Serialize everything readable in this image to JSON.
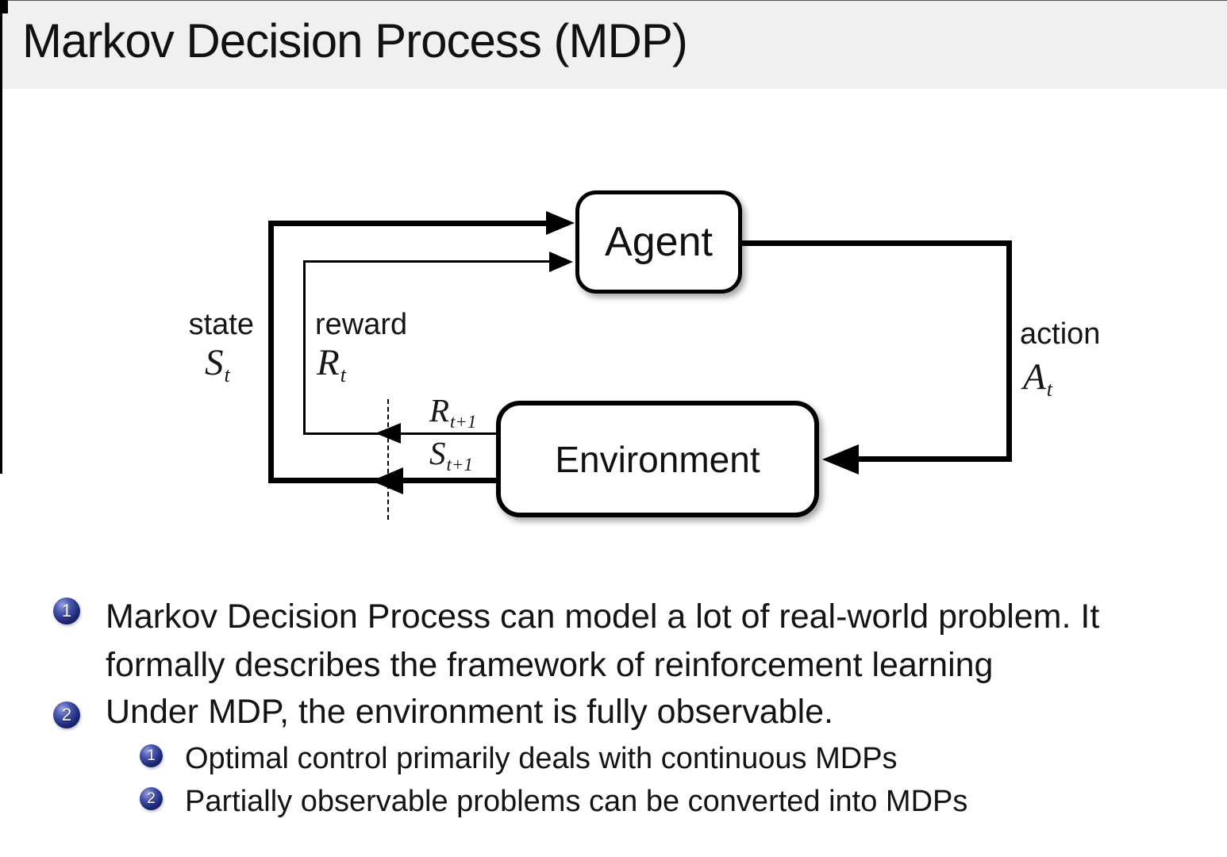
{
  "slide": {
    "title": "Markov Decision Process (MDP)"
  },
  "diagram": {
    "agent_label": "Agent",
    "environment_label": "Environment",
    "state_label": "state",
    "reward_label": "reward",
    "action_label": "action",
    "state_symbol": {
      "base": "S",
      "sub": "t"
    },
    "reward_symbol": {
      "base": "R",
      "sub": "t"
    },
    "action_symbol": {
      "base": "A",
      "sub": "t"
    },
    "next_reward_symbol": {
      "base": "R",
      "sub": "t+1"
    },
    "next_state_symbol": {
      "base": "S",
      "sub": "t+1"
    }
  },
  "bullets": [
    {
      "number": "1",
      "text": "Markov Decision Process can model a lot of real-world problem. It formally describes the framework of reinforcement learning",
      "children": []
    },
    {
      "number": "2",
      "text": "Under MDP, the environment is fully observable.",
      "children": [
        {
          "number": "1",
          "text": "Optimal control primarily deals with continuous MDPs"
        },
        {
          "number": "2",
          "text": "Partially observable problems can be converted into MDPs"
        }
      ]
    }
  ],
  "colors": {
    "header_bg": "#f0f0f0",
    "body_bg": "#ffffff",
    "text": "#141414",
    "line": "#000000",
    "ball_highlight": "#9aa4e0",
    "ball_mid": "#2b3a96",
    "ball_dark": "#0a1150"
  }
}
